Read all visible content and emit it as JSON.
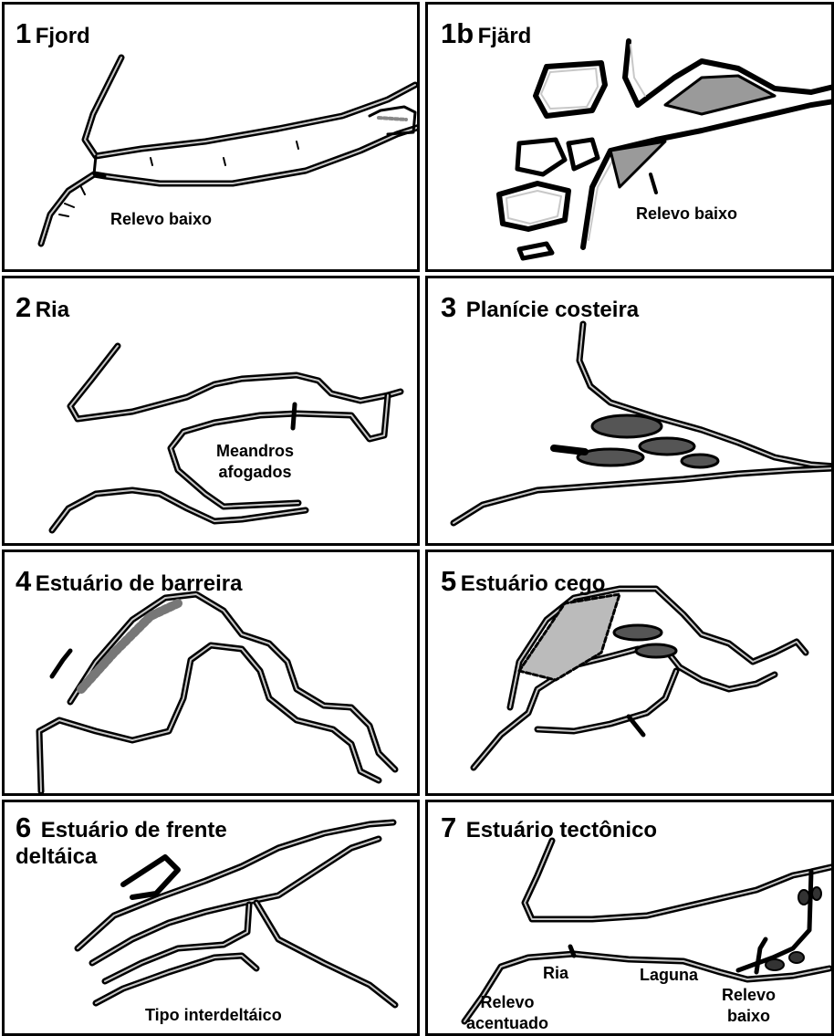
{
  "panels": {
    "p1": {
      "number": "1",
      "title": "Fjord",
      "labels": [
        "Relevo baixo"
      ]
    },
    "p1b": {
      "number": "1b",
      "title": "Fjärd",
      "labels": [
        "Relevo baixo"
      ]
    },
    "p2": {
      "number": "2",
      "title": "Ria",
      "labels": [
        "Meandros",
        "afogados"
      ]
    },
    "p3": {
      "number": "3",
      "title": "Planície costeira",
      "labels": []
    },
    "p4": {
      "number": "4",
      "title": "Estuário de barreira",
      "labels": []
    },
    "p5": {
      "number": "5",
      "title": "Estuário cego",
      "labels": []
    },
    "p6": {
      "number": "6",
      "title": "Estuário de frente",
      "title_line2": "deltáica",
      "labels": [
        "Tipo interdeltáico"
      ]
    },
    "p7": {
      "number": "7",
      "title": "Estuário tectônico",
      "labels": [
        "Ria",
        "Laguna",
        "Relevo",
        "baixo",
        "Relevo",
        "acentuado"
      ]
    }
  },
  "colors": {
    "line": "#000000",
    "background": "#ffffff",
    "channel": "#c8c8c8",
    "fill": "#9a9a9a"
  }
}
